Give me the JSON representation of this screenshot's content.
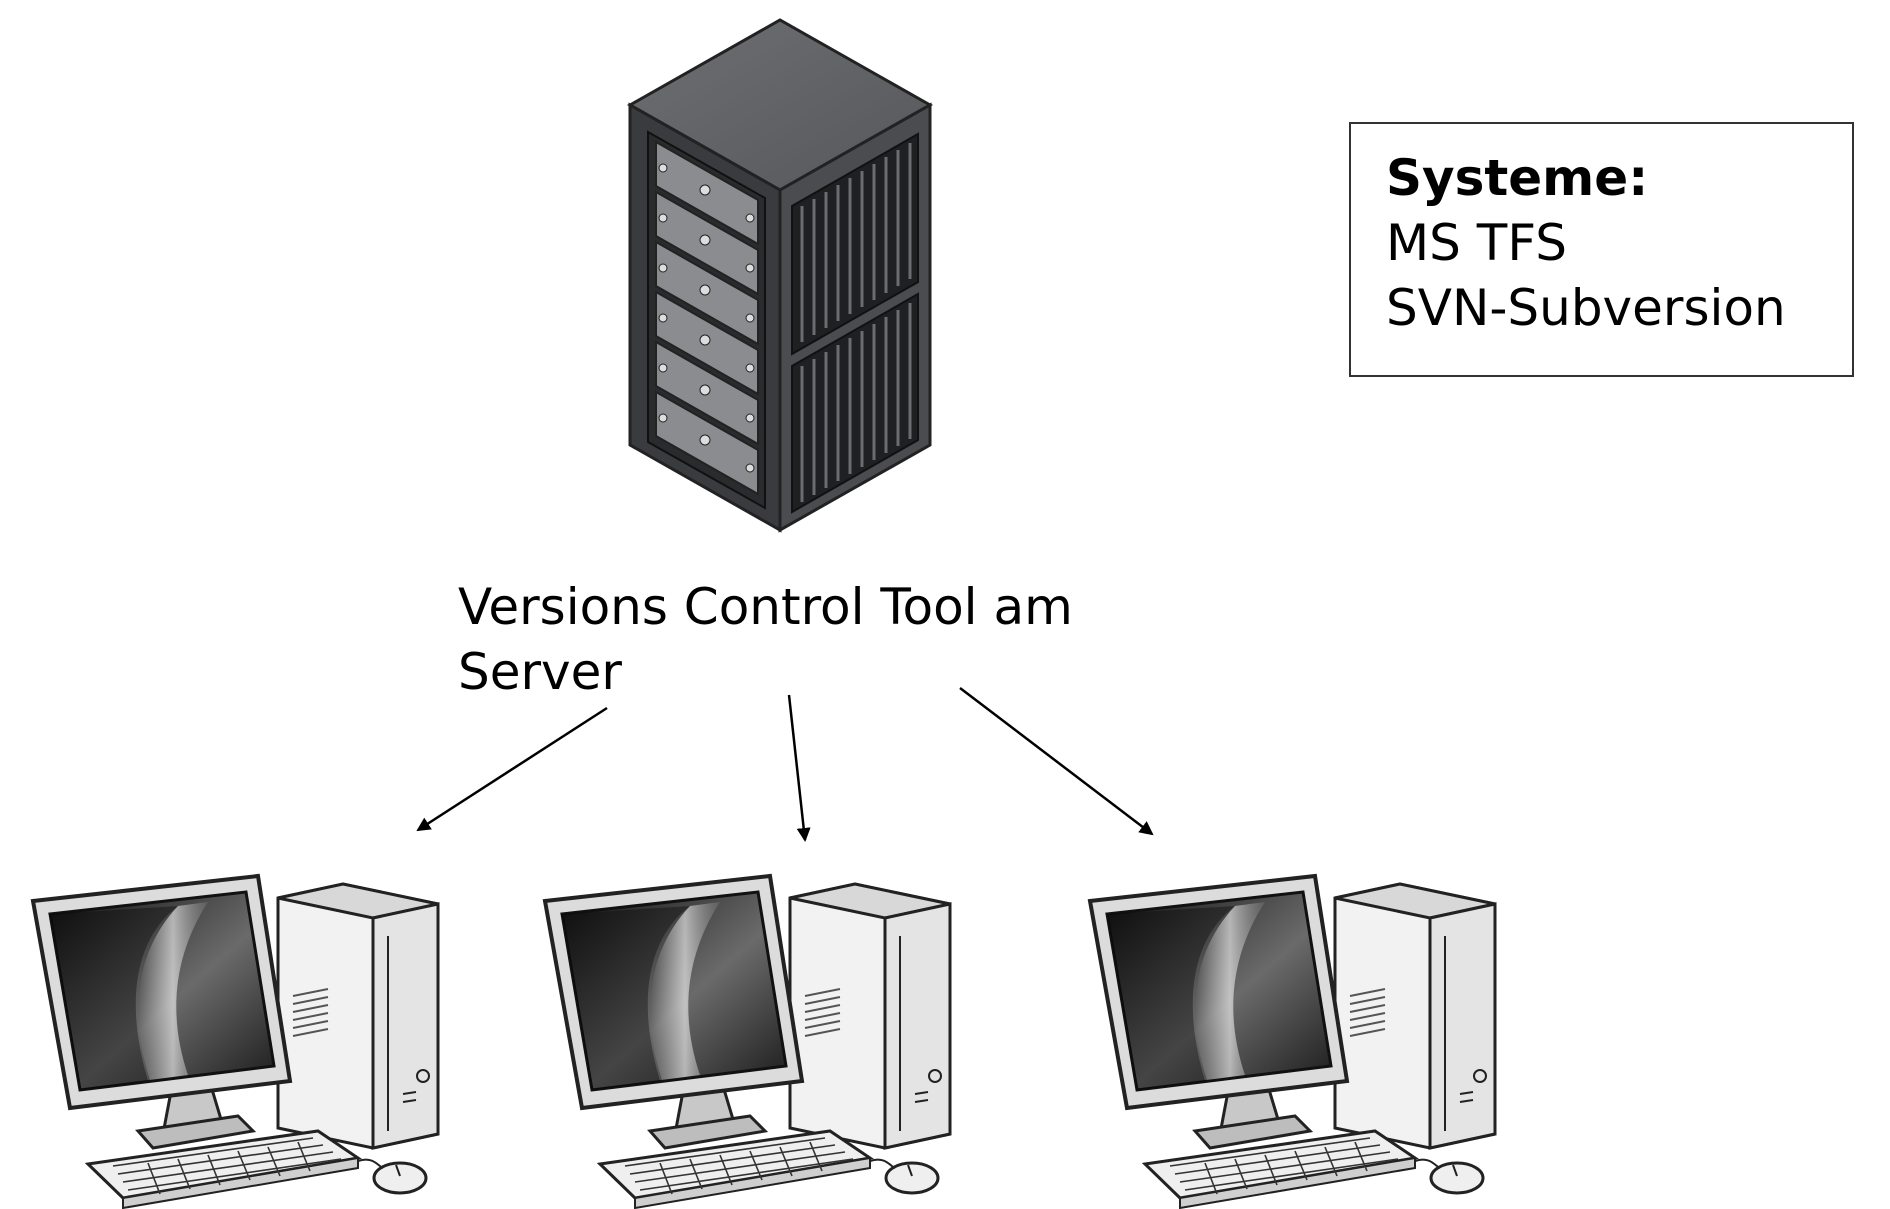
{
  "server": {
    "label_line1": "Versions Control Tool am",
    "label_line2": "Server"
  },
  "systems_box": {
    "title": "Systeme:",
    "items": [
      "MS TFS",
      "SVN-Subversion"
    ]
  },
  "colors": {
    "server_dark": "#4a4c50",
    "server_front": "#3a3b3e",
    "drive_bay": "#8a8c90",
    "workstation_light": "#e6e6e6",
    "screen_dark": "#2a2a2a",
    "arrow": "#000000"
  },
  "icons": {
    "server": "server-rack-icon",
    "client": "desktop-computer-icon"
  },
  "clients": [
    {
      "icon": "desktop-computer-icon"
    },
    {
      "icon": "desktop-computer-icon"
    },
    {
      "icon": "desktop-computer-icon"
    }
  ]
}
